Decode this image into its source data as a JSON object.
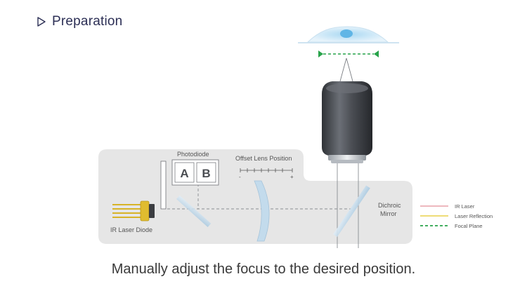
{
  "header": {
    "title": "Preparation",
    "icon": "play-outline-icon"
  },
  "diagram": {
    "photodiode_label": "Photodiode",
    "cell_a": "A",
    "cell_b": "B",
    "offset_label": "Offset Lens Position",
    "scale_minus": "-",
    "scale_plus": "+",
    "laser_label": "IR Laser Diode",
    "dichroic_line1": "Dichroic",
    "dichroic_line2": "Mirror"
  },
  "legend": {
    "items": [
      {
        "label": "IR Laser",
        "color": "#e8a0a8",
        "style": "solid"
      },
      {
        "label": "Laser Reflection",
        "color": "#e8d04a",
        "style": "solid"
      },
      {
        "label": "Focal Plane",
        "color": "#27a34a",
        "style": "dashed"
      }
    ]
  },
  "caption": "Manually adjust the focus to the desired position.",
  "colors": {
    "panel": "#e6e6e6",
    "focal": "#27a34a",
    "lens": "#bcd7ea",
    "objective": "#4c4f55"
  }
}
